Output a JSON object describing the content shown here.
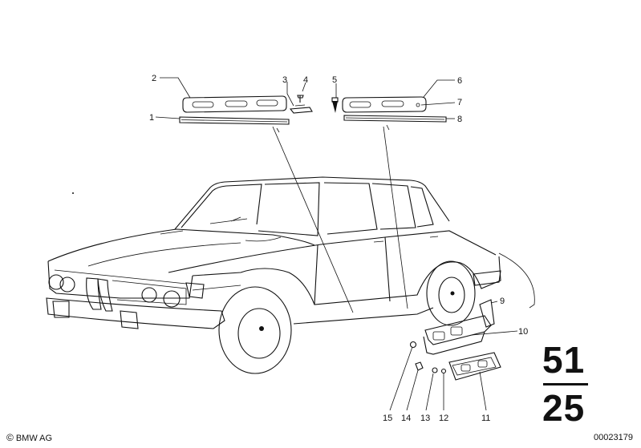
{
  "diagram": {
    "callouts": [
      "1",
      "2",
      "3",
      "4",
      "5",
      "6",
      "7",
      "8",
      "9",
      "10",
      "11",
      "12",
      "13",
      "14",
      "15"
    ],
    "group_number": "51",
    "subgroup_number": "25"
  },
  "footer": {
    "copyright_symbol": "©",
    "copyright_text": "BMW AG",
    "document_number": "00023179"
  }
}
